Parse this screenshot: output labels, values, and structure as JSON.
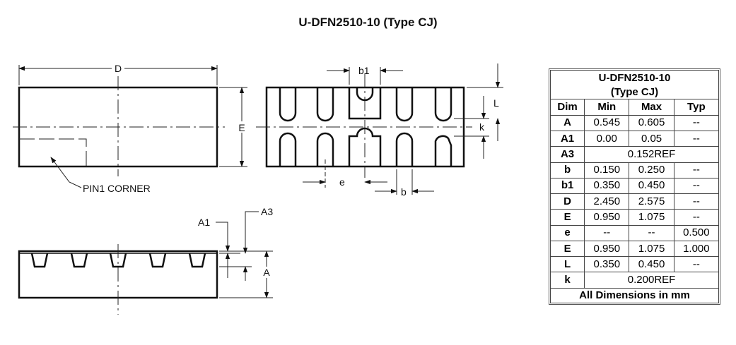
{
  "title": "U-DFN2510-10 (Type CJ)",
  "labels": {
    "D": "D",
    "E": "E",
    "pin1": "PIN1 CORNER",
    "b1": "b1",
    "L": "L",
    "k": "k",
    "e": "e",
    "b": "b",
    "A1": "A1",
    "A3": "A3",
    "A": "A"
  },
  "table": {
    "title_line1": "U-DFN2510-10",
    "title_line2": "(Type CJ)",
    "headers": [
      "Dim",
      "Min",
      "Max",
      "Typ"
    ],
    "rows": [
      {
        "dim": "A",
        "min": "0.545",
        "max": "0.605",
        "typ": "--"
      },
      {
        "dim": "A1",
        "min": "0.00",
        "max": "0.05",
        "typ": "--"
      },
      {
        "dim": "A3",
        "merged": "0.152REF"
      },
      {
        "dim": "b",
        "min": "0.150",
        "max": "0.250",
        "typ": "--"
      },
      {
        "dim": "b1",
        "min": "0.350",
        "max": "0.450",
        "typ": "--"
      },
      {
        "dim": "D",
        "min": "2.450",
        "max": "2.575",
        "typ": "--"
      },
      {
        "dim": "E",
        "min": "0.950",
        "max": "1.075",
        "typ": "--"
      },
      {
        "dim": "e",
        "min": "--",
        "max": "--",
        "typ": "0.500"
      },
      {
        "dim": "E",
        "min": "0.950",
        "max": "1.075",
        "typ": "1.000"
      },
      {
        "dim": "L",
        "min": "0.350",
        "max": "0.450",
        "typ": "--"
      },
      {
        "dim": "k",
        "merged": "0.200REF"
      }
    ],
    "footer": "All Dimensions in mm"
  }
}
